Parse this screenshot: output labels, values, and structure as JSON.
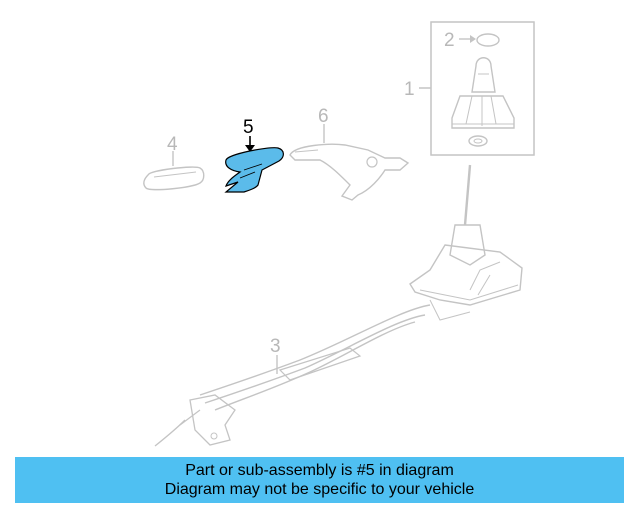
{
  "colors": {
    "highlight": "#5bbbea",
    "faded_line": "#c4c4c4",
    "banner": "#4fc0f2"
  },
  "callouts": {
    "c1": "1",
    "c2": "2",
    "c3": "3",
    "c4": "4",
    "c5": "5",
    "c6": "6"
  },
  "highlighted_part": "5",
  "banner": {
    "line1": "Part or sub-assembly is #5 in diagram",
    "line2": "Diagram may not be specific to your vehicle"
  }
}
